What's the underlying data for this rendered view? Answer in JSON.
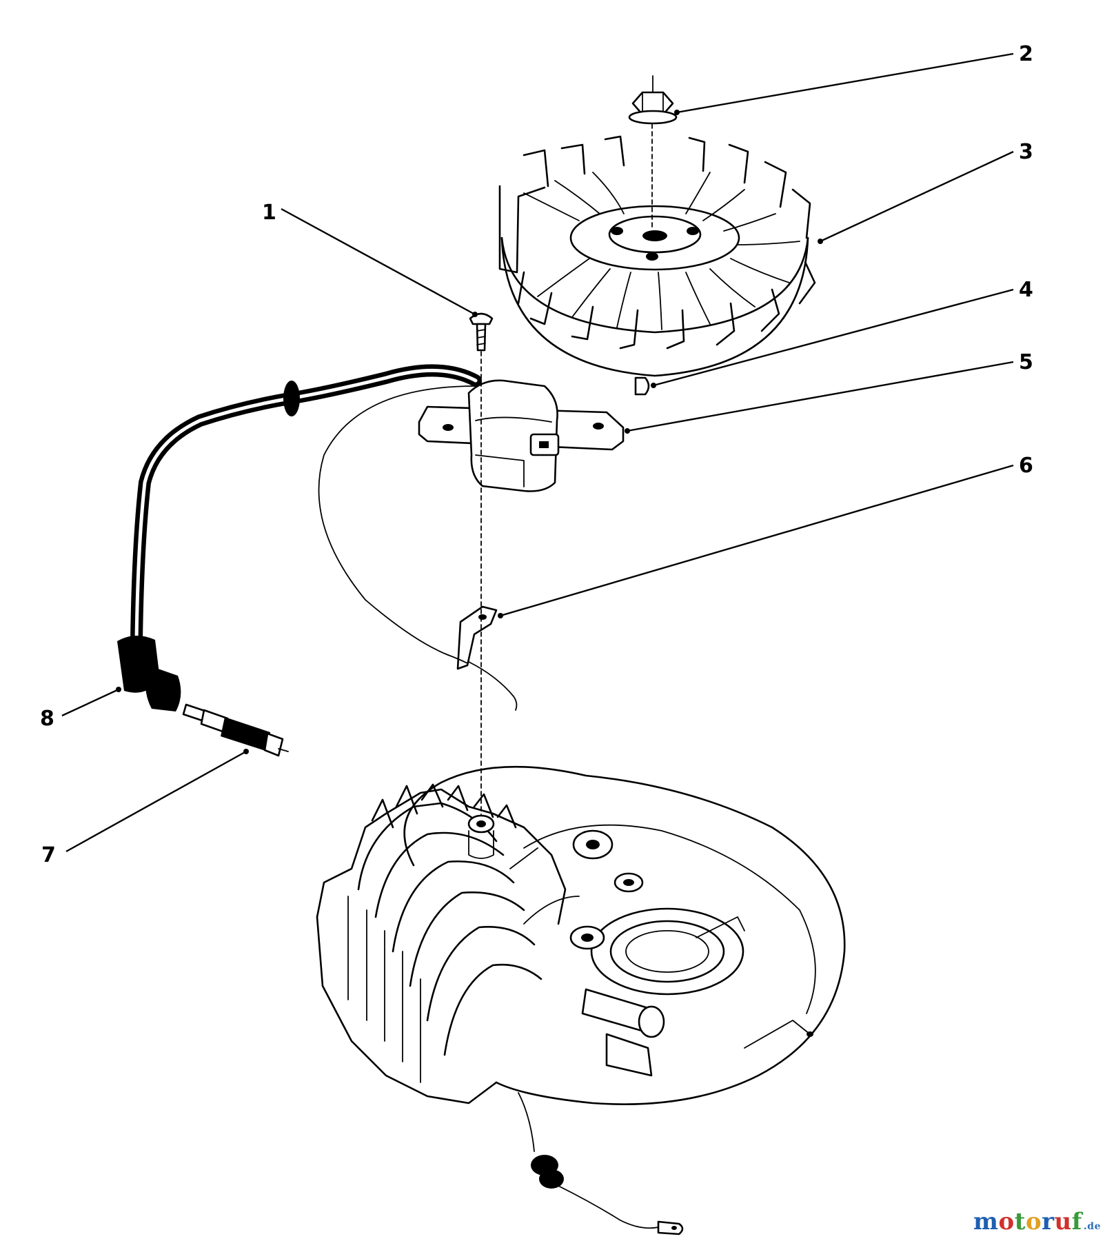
{
  "callouts": [
    {
      "label": "1"
    },
    {
      "label": "2"
    },
    {
      "label": "3"
    },
    {
      "label": "4"
    },
    {
      "label": "5"
    },
    {
      "label": "6"
    },
    {
      "label": "7"
    },
    {
      "label": "8"
    }
  ],
  "watermark": {
    "text": "motoruf",
    "suffix": ".de",
    "colors": [
      "#1f5fb0",
      "#d0312d",
      "#3a9a3a",
      "#e0a020",
      "#1f5fb0",
      "#d0312d",
      "#3a9a3a"
    ]
  }
}
